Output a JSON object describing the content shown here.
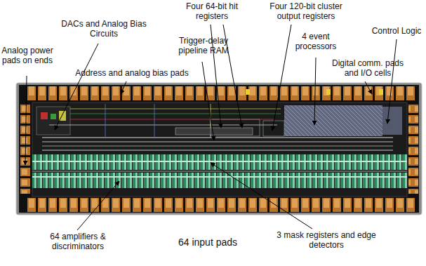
{
  "diagram": {
    "labels": [
      "Four 64-bit hit registers",
      "Four 120-bit cluster output registers",
      "DACs and Analog Bias Circuits",
      "Trigger-delay pipeline RAM",
      "4 event processors",
      "Control Logic",
      "Analog power pads on ends",
      "Address and analog bias pads",
      "Digital comm. pads and I/O cells",
      "64 amplifiers & discriminators",
      "64 input pads",
      "3 mask registers and edge detectors"
    ]
  }
}
